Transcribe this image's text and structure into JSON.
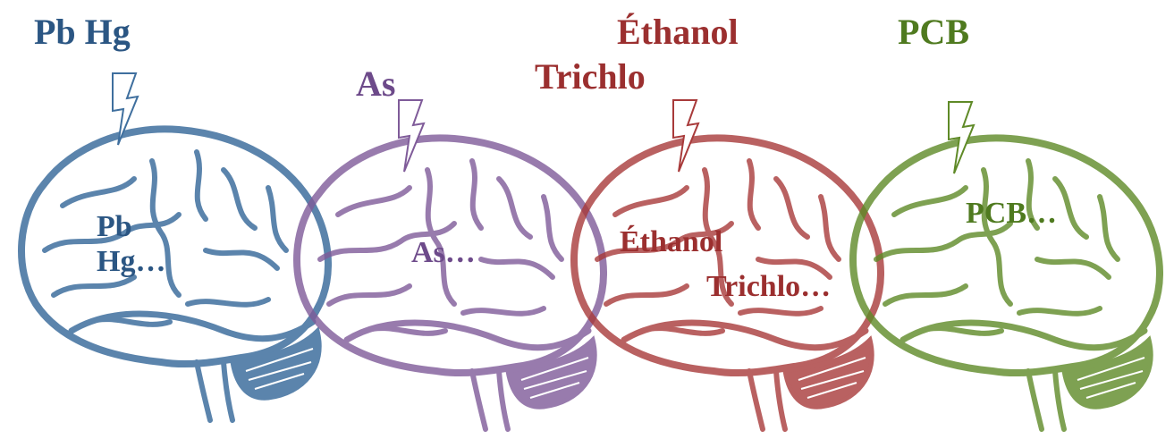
{
  "panels": [
    {
      "id": "pb-hg",
      "color": "#3f6f9e",
      "top_label": "Pb Hg",
      "inner_label": "Pb\nHg…"
    },
    {
      "id": "as",
      "color": "#7f5b99",
      "top_label": "As",
      "inner_label": "As…"
    },
    {
      "id": "ethanol-trichlo",
      "color": "#a83a3a",
      "top_label_1": "Éthanol",
      "top_label_2": "Trichlo",
      "inner_label_1": "Éthanol",
      "inner_label_2": "Trichlo…"
    },
    {
      "id": "pcb",
      "color": "#5f8a27",
      "top_label": "PCB",
      "inner_label": "PCB…"
    }
  ],
  "icons": {
    "lightning": "lightning-bolt-icon",
    "brain": "brain-icon"
  }
}
